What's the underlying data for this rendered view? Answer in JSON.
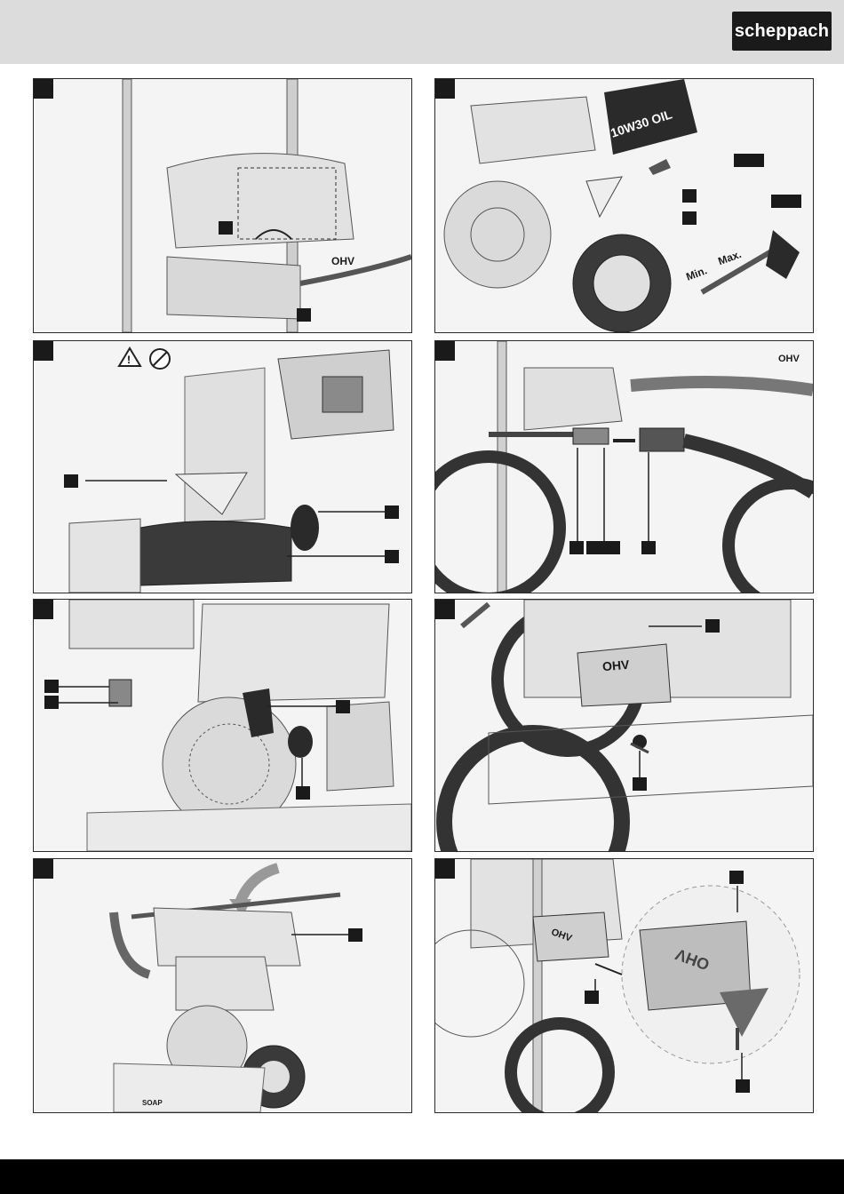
{
  "header": {
    "brand": "scheppach"
  },
  "panels": [
    {
      "id": 1,
      "texts": [
        "OHV"
      ]
    },
    {
      "id": 2,
      "texts": [
        "10W30 OIL",
        "Min.",
        "Max."
      ]
    },
    {
      "id": 3,
      "texts": []
    },
    {
      "id": 4,
      "texts": [
        "OHV"
      ]
    },
    {
      "id": 5,
      "texts": []
    },
    {
      "id": 6,
      "texts": [
        "OHV"
      ]
    },
    {
      "id": 7,
      "texts": [
        "SOAP"
      ]
    },
    {
      "id": 8,
      "texts": [
        "OHV",
        "OHV"
      ]
    }
  ],
  "colors": {
    "header_bg": "#dcdcdc",
    "tag_bg": "#1a1a1a",
    "logo_bg": "#1a1a1a",
    "footer_bg": "#000000"
  }
}
